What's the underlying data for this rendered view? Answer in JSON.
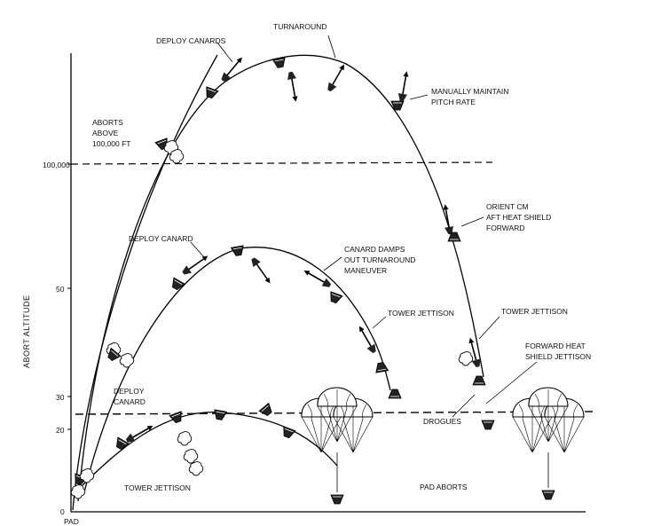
{
  "axis": {
    "y_title": "ABORT ALTITUDE",
    "ticks": [
      "100,000",
      "50",
      "30",
      "20",
      "0"
    ],
    "x_origin_label": "PAD"
  },
  "labels": {
    "deploy_canards": "DEPLOY CANARDS",
    "turnaround": "TURNAROUND",
    "manually_maintain": [
      "MANUALLY MAINTAIN",
      "PITCH RATE"
    ],
    "aborts_above": [
      "ABORTS",
      "ABOVE",
      "100,000 FT"
    ],
    "orient_cm": [
      "ORIENT CM",
      "AFT HEAT SHIELD",
      "FORWARD"
    ],
    "deploy_canard_mid": "DEPLOY CANARD",
    "canard_damps": [
      "CANARD DAMPS",
      "OUT TURNAROUND",
      "MANEUVER"
    ],
    "tower_jettison_mid": "TOWER JETTISON",
    "tower_jettison_right": "TOWER JETTISON",
    "forward_heat_shield": [
      "FORWARD HEAT",
      "SHIELD JETTISON"
    ],
    "deploy_canard_low": [
      "DEPLOY",
      "CANARD"
    ],
    "drogues": "DROGUES",
    "tower_jettison_low": "TOWER JETTISON",
    "pad_aborts": "PAD ABORTS"
  }
}
